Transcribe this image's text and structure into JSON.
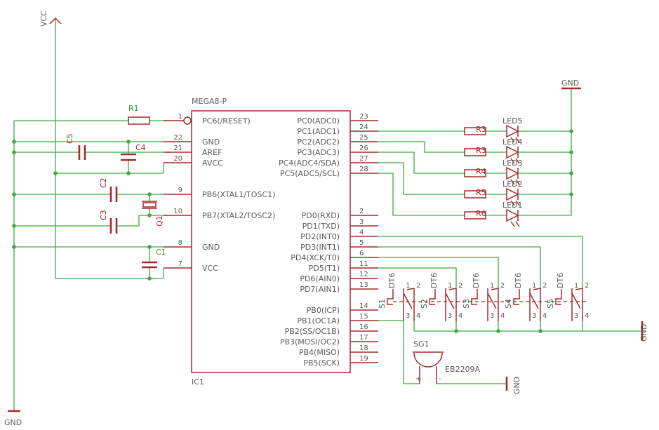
{
  "ic": {
    "name": "IC1",
    "value": "MEGA8-P",
    "left_pins": [
      {
        "num": "1",
        "label": "PC6(/RESET)"
      },
      {
        "num": "22",
        "label": "GND"
      },
      {
        "num": "21",
        "label": "AREF"
      },
      {
        "num": "20",
        "label": "AVCC"
      },
      {
        "num": "9",
        "label": "PB6(XTAL1/TOSC1)"
      },
      {
        "num": "10",
        "label": "PB7(XTAL2/TOSC2)"
      },
      {
        "num": "8",
        "label": "GND"
      },
      {
        "num": "7",
        "label": "VCC"
      }
    ],
    "right_pins": [
      {
        "num": "23",
        "label": "PC0(ADC0)"
      },
      {
        "num": "24",
        "label": "PC1(ADC1)"
      },
      {
        "num": "25",
        "label": "PC2(ADC2)"
      },
      {
        "num": "26",
        "label": "PC3(ADC3)"
      },
      {
        "num": "27",
        "label": "PC4(ADC4/SDA)"
      },
      {
        "num": "28",
        "label": "PC5(ADC5/SCL)"
      },
      {
        "num": "2",
        "label": "PD0(RXD)"
      },
      {
        "num": "3",
        "label": "PD1(TXD)"
      },
      {
        "num": "4",
        "label": "PD2(INT0)"
      },
      {
        "num": "5",
        "label": "PD3(INT1)"
      },
      {
        "num": "6",
        "label": "PD4(XCK/T0)"
      },
      {
        "num": "11",
        "label": "PD5(T1)"
      },
      {
        "num": "12",
        "label": "PD6(AIN0)"
      },
      {
        "num": "13",
        "label": "PD7(AIN1)"
      },
      {
        "num": "14",
        "label": "PB0(ICP)"
      },
      {
        "num": "15",
        "label": "PB1(OC1A)"
      },
      {
        "num": "16",
        "label": "PB2(SS/OC1B)"
      },
      {
        "num": "17",
        "label": "PB3(MOSI/OC2)"
      },
      {
        "num": "18",
        "label": "PB4(MISO)"
      },
      {
        "num": "19",
        "label": "PB5(SCK)"
      }
    ]
  },
  "power": {
    "vcc": "VCC",
    "gnd": "GND"
  },
  "parts": {
    "r1": "R1",
    "c1": "C1",
    "c2": "C2",
    "c3": "C3",
    "c4": "C4",
    "c5": "C5",
    "q1": "Q1",
    "resistors": [
      "R3",
      "R3",
      "R4",
      "R5",
      "R6"
    ],
    "leds": [
      "LED5",
      "LED4",
      "LED3",
      "LED2",
      "LED1"
    ],
    "switches": [
      "S1",
      "S2",
      "S3",
      "S4",
      "S5"
    ],
    "switch_type": "DT6",
    "buzzer": "SG1",
    "buzzer_type": "EB2209A",
    "buzzer_plus": "+",
    "buzzer_minus": "-"
  }
}
